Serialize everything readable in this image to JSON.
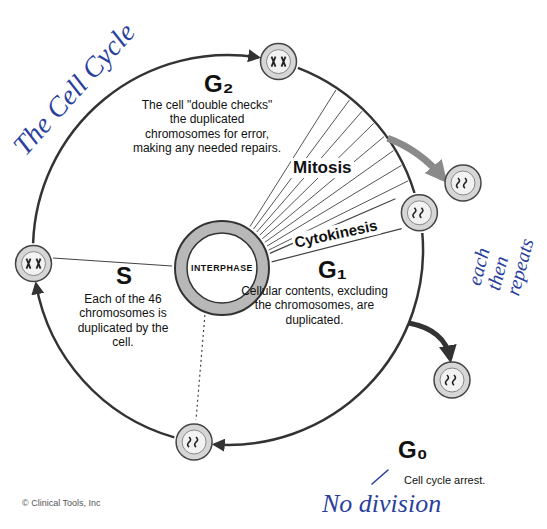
{
  "diagram": {
    "title": "The Cell Cycle",
    "nodes": [
      {
        "text": [
          "INTERPHASE"
        ]
      }
    ],
    "labels": [
      "G₂",
      "The cell \"double checks\" the duplicated chromosomes for error, making any needed repairs.",
      "Mitosis",
      "Cytokinesis",
      "S",
      "Each of the 46 chromosomes is duplicated by the cell.",
      "G₁",
      "Cellular contents, excluding the chromosomes, are duplicated.",
      "G₀",
      "Cell cycle arrest.",
      "each then repeats",
      "No division",
      "© Clinical Tools, Inc"
    ]
  }
}
